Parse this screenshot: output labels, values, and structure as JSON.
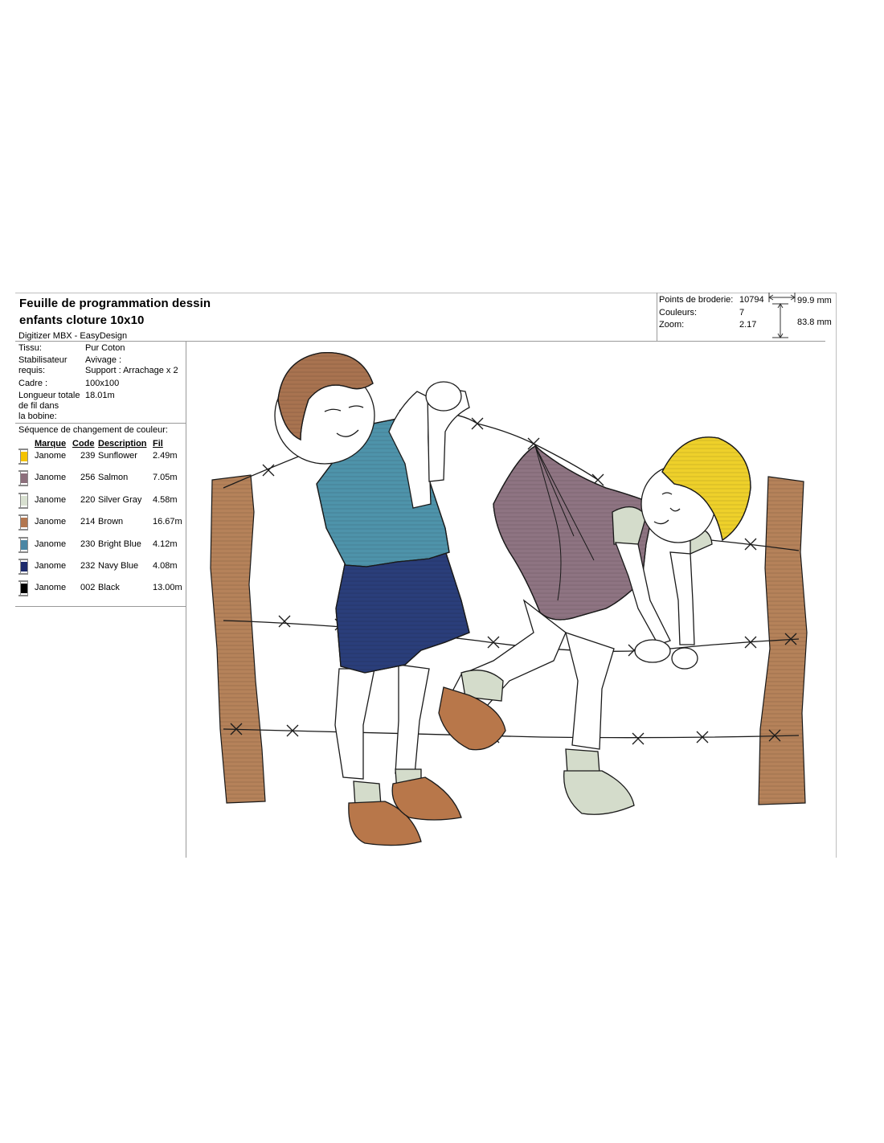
{
  "sheet": {
    "title_line1": "Feuille de programmation dessin",
    "title_line2": "enfants cloture 10x10",
    "software": "Digitizer MBX - EasyDesign"
  },
  "stats": {
    "stitches_label": "Points de broderie:",
    "stitches_value": "10794",
    "colors_label": "Couleurs:",
    "colors_value": "7",
    "zoom_label": "Zoom:",
    "zoom_value": "2.17",
    "width_value": "99.9 mm",
    "height_value": "83.8 mm"
  },
  "info": {
    "fabric_label": "Tissu:",
    "fabric_value": "Pur Coton",
    "stabilizer_label_1": "Stabilisateur",
    "stabilizer_label_2": "requis:",
    "stabilizer_value_1": "Avivage :",
    "stabilizer_value_2": "Support : Arrachage x 2",
    "frame_label": "Cadre :",
    "frame_value": "100x100",
    "thread_length_label_1": "Longueur totale",
    "thread_length_label_2": "de fil dans",
    "thread_length_label_3": "la bobine:",
    "thread_length_value": "18.01m"
  },
  "sequence": {
    "heading": "Séquence de changement de couleur:",
    "col_brand": "Marque",
    "col_code": "Code",
    "col_description": "Description",
    "col_thread": "Fil",
    "rows": [
      {
        "brand": "Janome",
        "code": "239",
        "description": "Sunflower",
        "length": "2.49m",
        "color": "#f4c300"
      },
      {
        "brand": "Janome",
        "code": "256",
        "description": "Salmon",
        "length": "7.05m",
        "color": "#8c6f7c"
      },
      {
        "brand": "Janome",
        "code": "220",
        "description": "Silver Gray",
        "length": "4.58m",
        "color": "#d8e0d0"
      },
      {
        "brand": "Janome",
        "code": "214",
        "description": "Brown",
        "length": "16.67m",
        "color": "#b2764f"
      },
      {
        "brand": "Janome",
        "code": "230",
        "description": "Bright Blue",
        "length": "4.12m",
        "color": "#4a86a4"
      },
      {
        "brand": "Janome",
        "code": "232",
        "description": "Navy Blue",
        "length": "4.08m",
        "color": "#1d2a6c"
      },
      {
        "brand": "Janome",
        "code": "002",
        "description": "Black",
        "length": "13.00m",
        "color": "#000000"
      }
    ]
  },
  "palette": {
    "fence_post": "#b5825a",
    "shirt": "#4e93aa",
    "shorts": "#2a3e7a",
    "dress": "#8e7482",
    "hair_boy": "#a87350",
    "hair_girl": "#eed02a",
    "shoe": "#b8774a",
    "sock": "#d4dccb",
    "outline": "#1a1a1a"
  }
}
